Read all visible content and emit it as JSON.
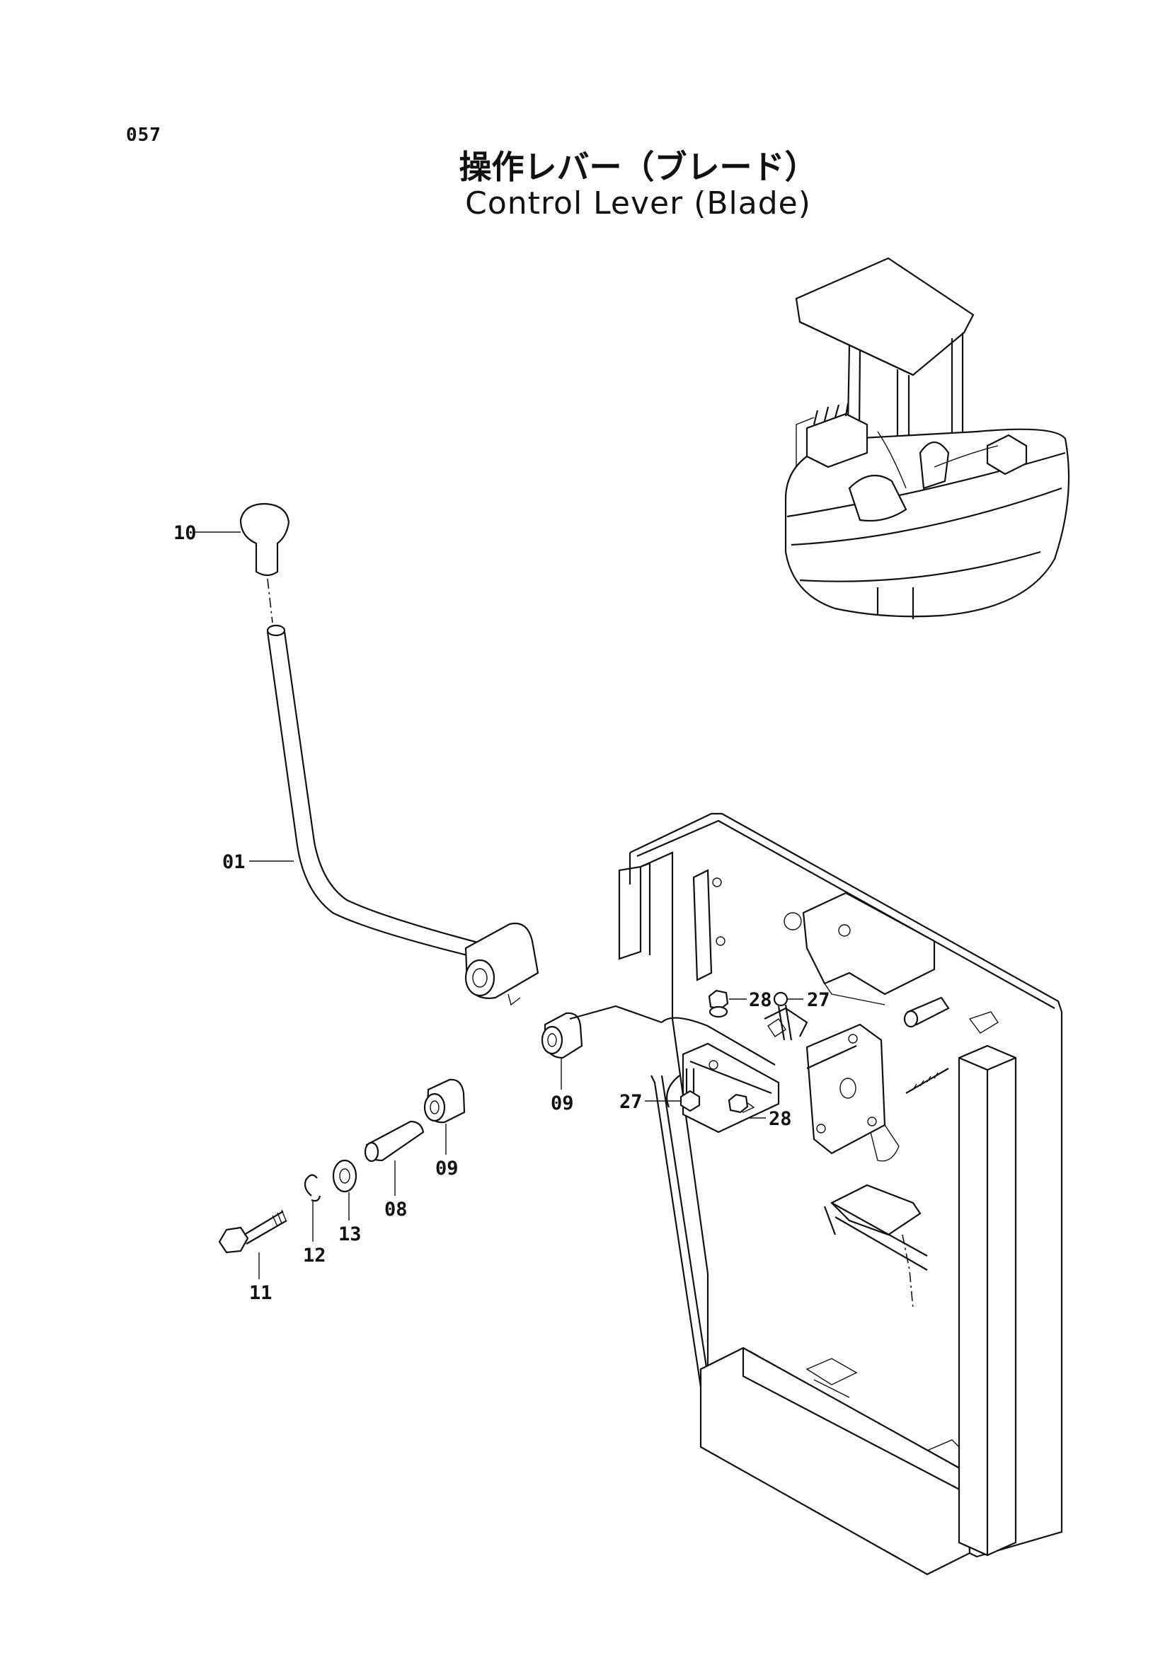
{
  "page": {
    "number": "057",
    "title_jp": "操作レバー（ブレード）",
    "title_en": "Control Lever (Blade)"
  },
  "callouts": [
    {
      "id": "lever",
      "label": "01"
    },
    {
      "id": "bushing",
      "label": "08"
    },
    {
      "id": "bushing-a",
      "label": "09"
    },
    {
      "id": "bushing-b",
      "label": "09"
    },
    {
      "id": "knob",
      "label": "10"
    },
    {
      "id": "bolt",
      "label": "11"
    },
    {
      "id": "snap-ring",
      "label": "12"
    },
    {
      "id": "washer",
      "label": "13"
    },
    {
      "id": "bolt-a",
      "label": "27"
    },
    {
      "id": "bolt-b",
      "label": "27"
    },
    {
      "id": "nut-a",
      "label": "28"
    },
    {
      "id": "nut-b",
      "label": "28"
    }
  ]
}
